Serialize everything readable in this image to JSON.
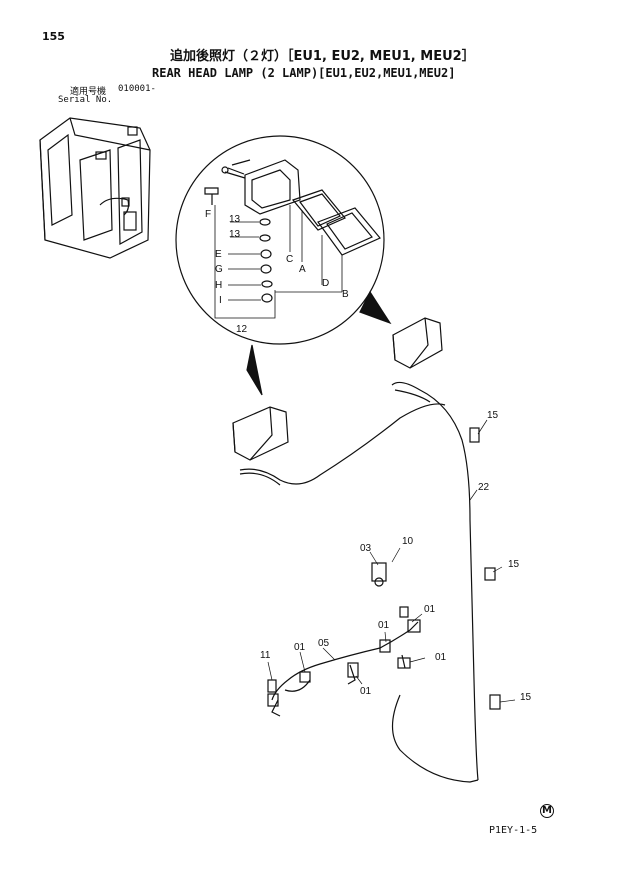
{
  "header": {
    "page_number": "155",
    "title_jp": "追加後照灯（２灯）［EU1, EU2, MEU1, MEU2］",
    "title_en": "REAR HEAD LAMP (2 LAMP)[EU1,EU2,MEU1,MEU2]",
    "serial_label_jp": "適用号機",
    "serial_value": "010001-",
    "serial_label_en": "Serial No."
  },
  "callouts": {
    "detail": [
      "F",
      "13",
      "13",
      "E",
      "G",
      "H",
      "I",
      "12",
      "C",
      "A",
      "D",
      "B"
    ],
    "parts": [
      "15",
      "22",
      "03",
      "10",
      "15",
      "01",
      "01",
      "05",
      "01",
      "11",
      "01",
      "01",
      "15"
    ]
  },
  "footer": {
    "m_mark": "M",
    "doc_code": "P1EY-1-5"
  },
  "colors": {
    "line": "#111111",
    "background": "#ffffff"
  }
}
